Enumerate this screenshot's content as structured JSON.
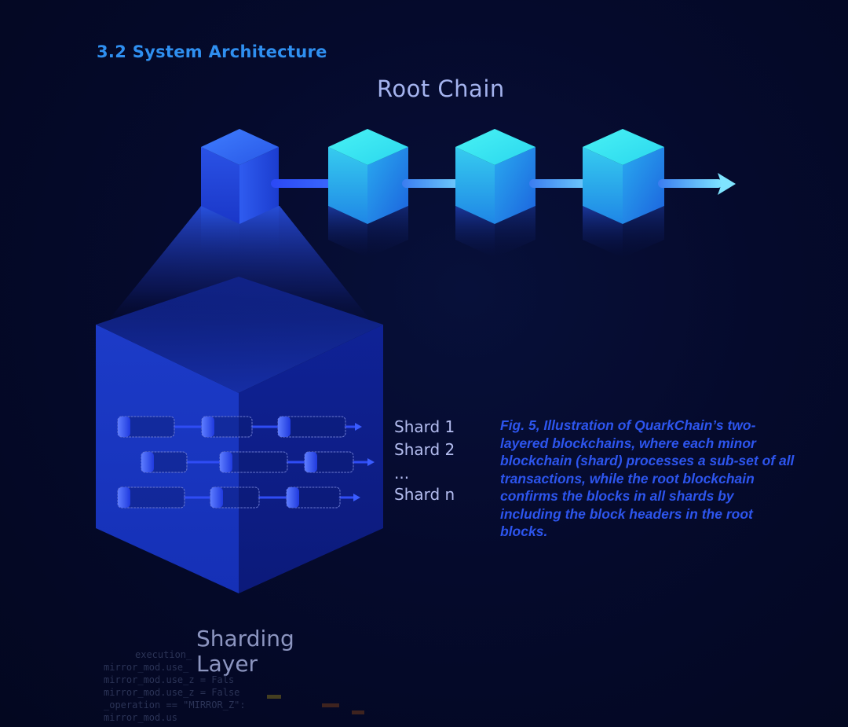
{
  "section_title": "3.2 System Architecture",
  "root_chain_title": "Root Chain",
  "shards": [
    {
      "label": "Shard 1"
    },
    {
      "label": "Shard 2"
    },
    {
      "label": "..."
    },
    {
      "label": "Shard n"
    }
  ],
  "caption": "Fig. 5, Illustration of QuarkChain’s two-layered blockchains, where each minor blockchain (shard) processes a sub-set of all transactions, while the root blockchain confirms the blocks in all shards by including the block headers in the root blocks.",
  "sharding_layer_label": [
    "Sharding",
    "Layer"
  ],
  "background_code_lines": [
    "execution_",
    "mirror_mod.use_",
    "mirror_mod.use_z = Fals",
    "mirror_mod.use_z = False",
    "_operation == \"MIRROR_Z\":",
    "mirror_mod.us"
  ],
  "colors": {
    "section_title": "#2f8ff0",
    "root_title": "#a4b3ee",
    "caption": "#2d55ee",
    "root_block_first": "#2a4fe8",
    "root_block": "#2ee0ee",
    "chain_link": "#5fb8ff"
  }
}
